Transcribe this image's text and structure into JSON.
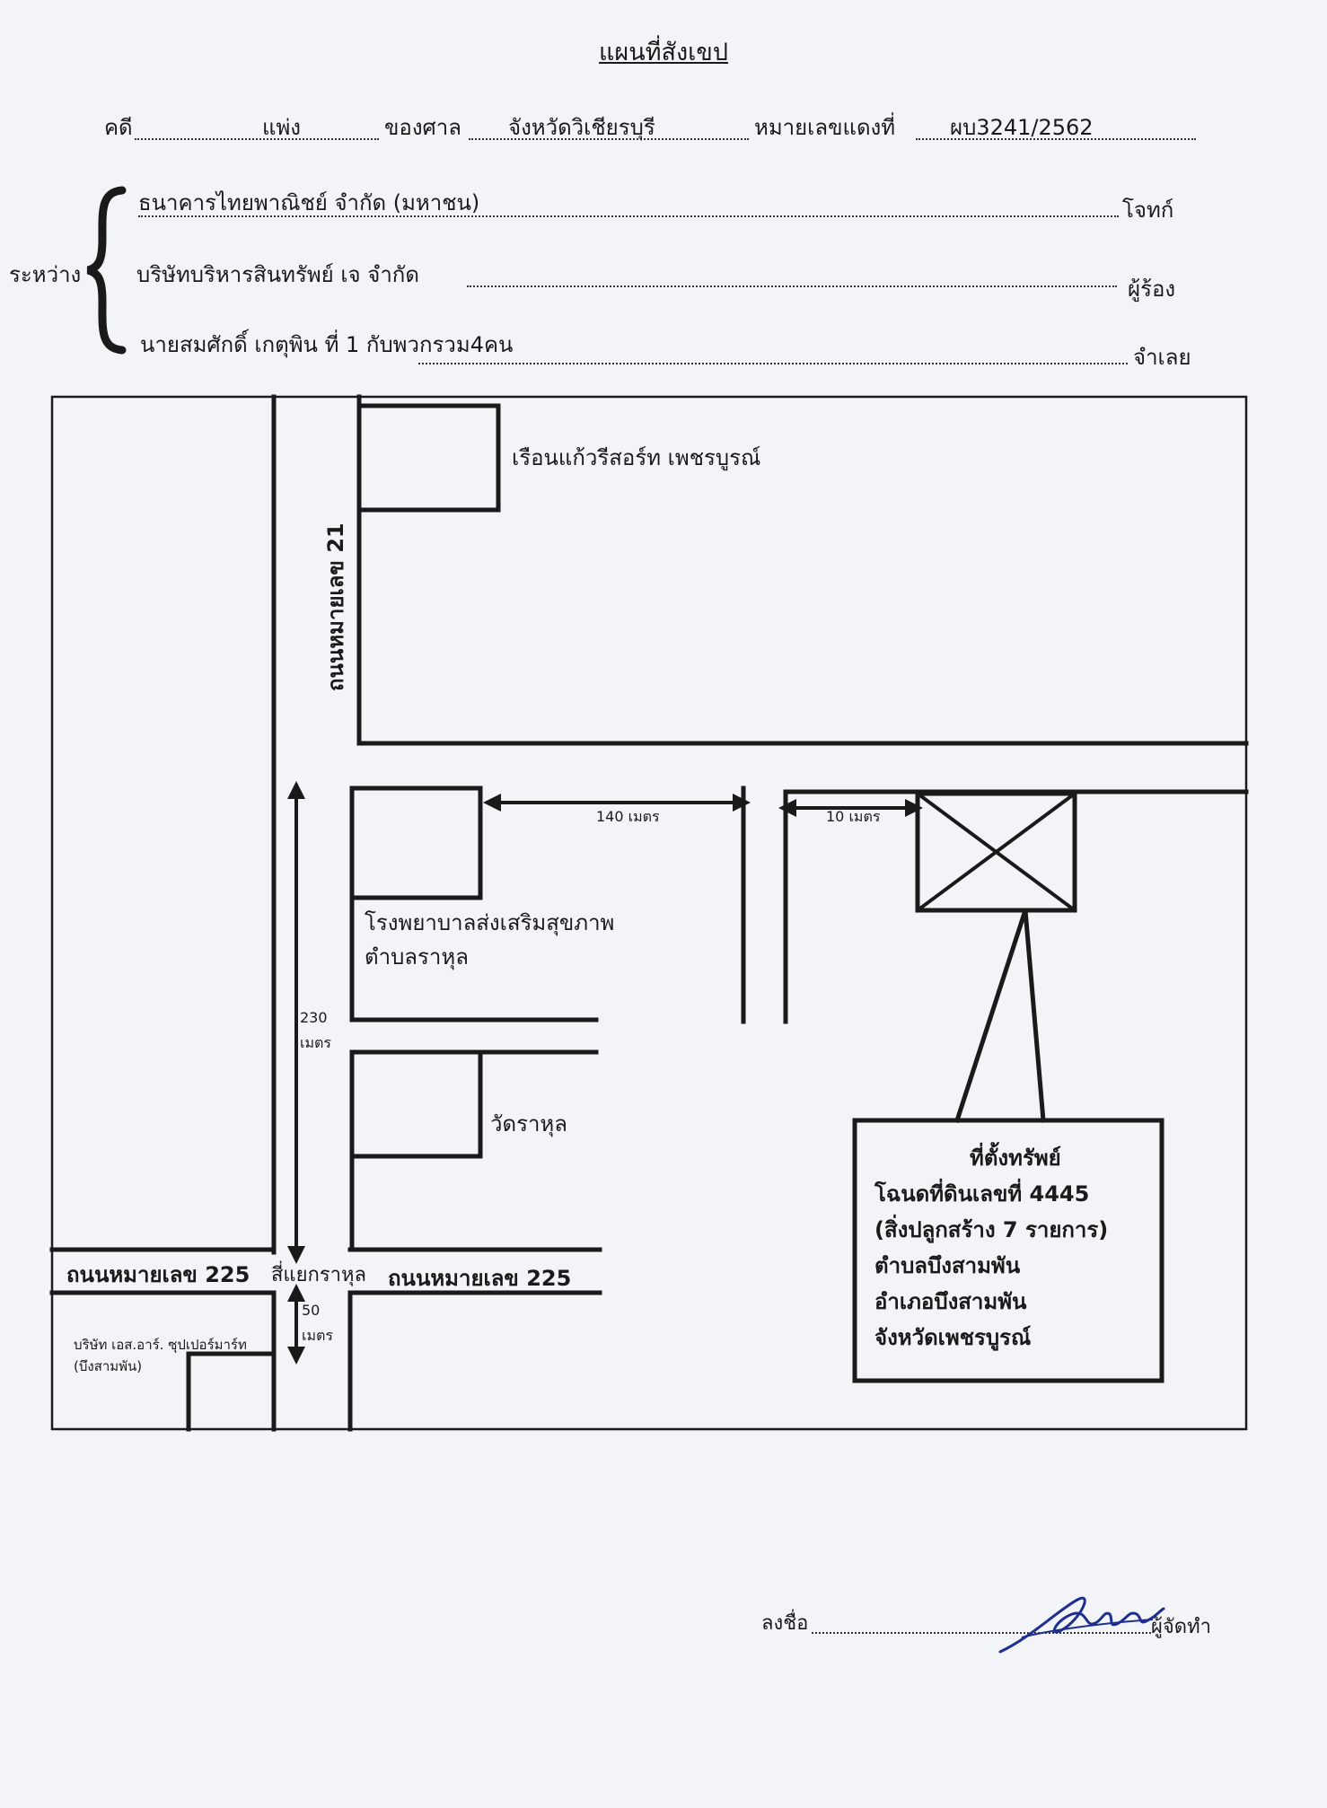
{
  "title": "แผนที่สังเขป",
  "case_line": {
    "case_label": "คดี",
    "case_type": "แพ่ง",
    "court_label": "ของศาล",
    "court_name": "จังหวัดวิเชียรบุรี",
    "red_no_label": "หมายเลขแดงที่",
    "red_no": "ผบ3241/2562"
  },
  "parties": {
    "between_label": "ระหว่าง",
    "plaintiff": "ธนาคารไทยพาณิชย์ จำกัด (มหาชน)",
    "plaintiff_role": "โจทก์",
    "petitioner": "บริษัทบริหารสินทรัพย์ เจ จำกัด",
    "petitioner_role": "ผู้ร้อง",
    "defendant": "นายสมศักดิ์ เกตุพิน ที่ 1 กับพวกรวม4คน",
    "defendant_role": "จำเลย"
  },
  "map": {
    "resort": "เรือนแก้วรีสอร์ท เพชรบูรณ์",
    "road_21": "ถนนหมายเลข 21",
    "dist_140": "140 เมตร",
    "dist_10": "10 เมตร",
    "hospital_line1": "โรงพยาบาลส่งเสริมสุขภาพ",
    "hospital_line2": "ตำบลราหุล",
    "dist_230_a": "230",
    "dist_230_b": "เมตร",
    "temple": "วัดราหุล",
    "road_225_left": "ถนนหมายเลข 225",
    "junction": "สี่แยกราหุล",
    "road_225_right": "ถนนหมายเลข 225",
    "dist_50_a": "50",
    "dist_50_b": "เมตร",
    "supermarket_line1": "บริษัท เอส.อาร์. ซุปเปอร์มาร์ท",
    "supermarket_line2": "(บึงสามพัน)",
    "property": {
      "line1": "ที่ตั้งทรัพย์",
      "line2": "โฉนดที่ดินเลขที่ 4445",
      "line3": "(สิ่งปลูกสร้าง 7 รายการ)",
      "line4": "ตำบลบึงสามพัน",
      "line5": "อำเภอบึงสามพัน",
      "line6": "จังหวัดเพชรบูรณ์"
    }
  },
  "signature": {
    "sign_label": "ลงชื่อ",
    "role": "ผู้จัดทำ"
  },
  "colors": {
    "ink": "#1a1a1a",
    "signature": "#1f2f8f",
    "paper": "#f3f4f8"
  }
}
